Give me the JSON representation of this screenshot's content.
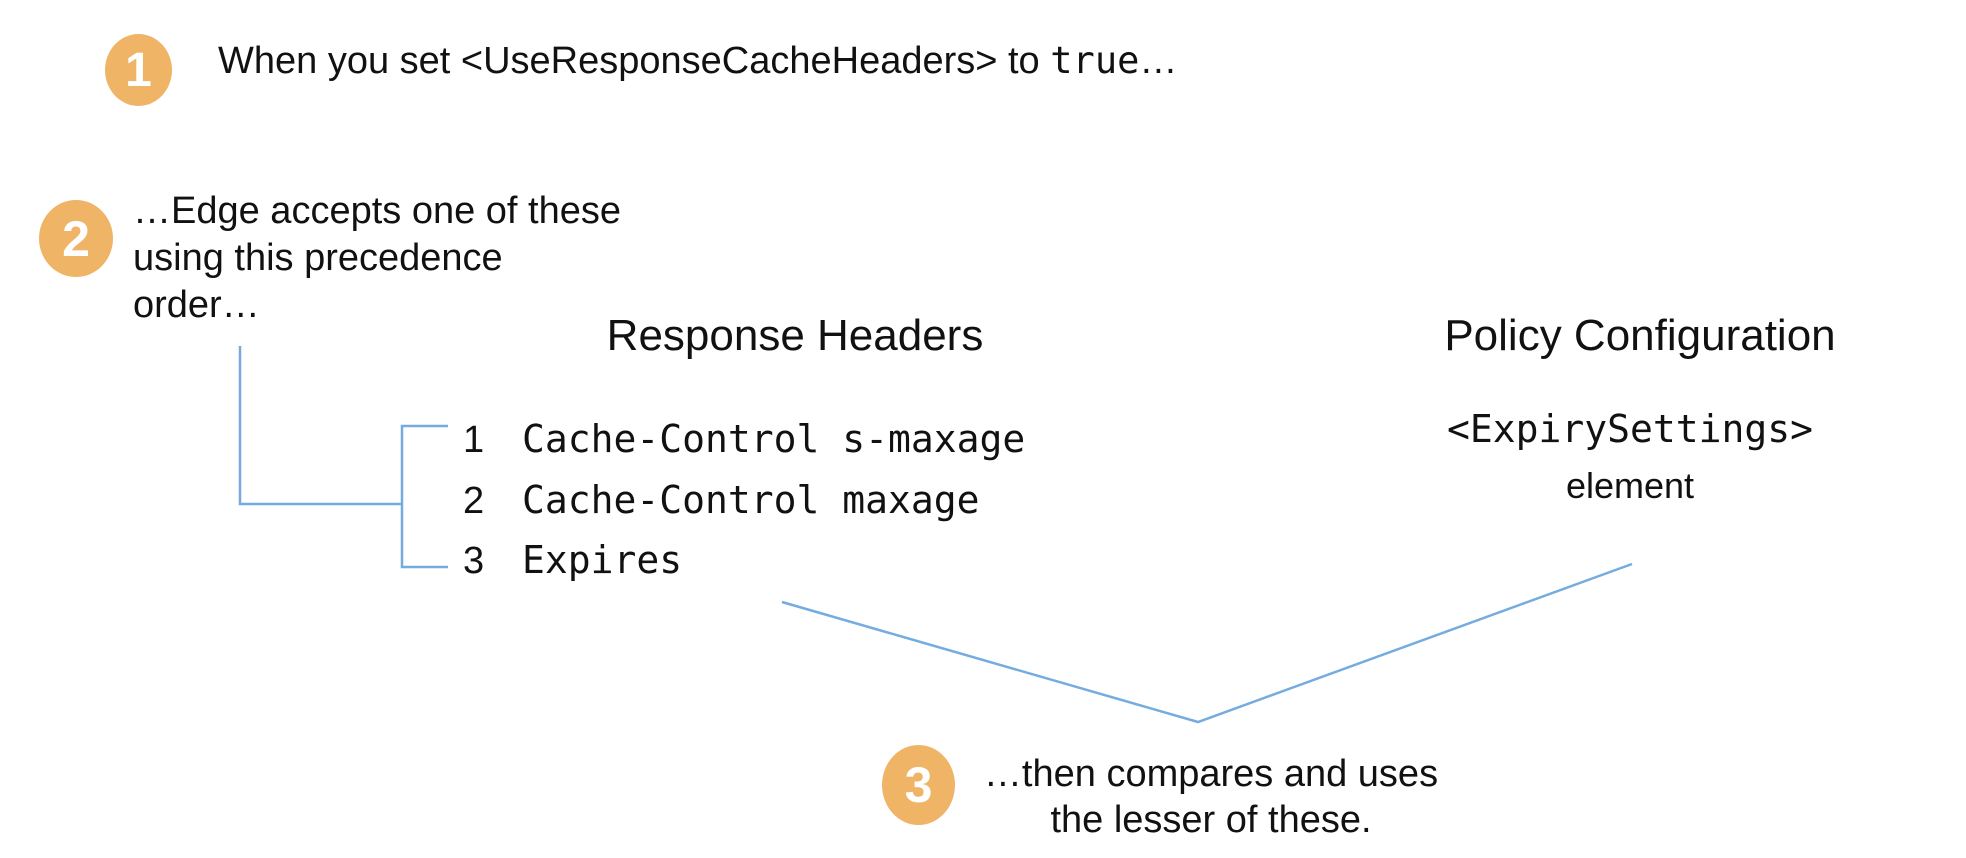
{
  "colors": {
    "badge_orange": "#EFB466",
    "connector_blue": "#74ACDF",
    "text": "#111111",
    "background": "#FFFFFF"
  },
  "steps": {
    "step1": {
      "number": "1",
      "prefix": "When you set <UseResponseCacheHeaders> to ",
      "code": "true",
      "suffix": "…"
    },
    "step2": {
      "number": "2",
      "lines": [
        "…Edge accepts one of these",
        "using this precedence",
        "order…"
      ]
    },
    "step3": {
      "number": "3",
      "lines": [
        "…then compares and uses",
        "the lesser of these."
      ]
    }
  },
  "response_headers": {
    "title": "Response Headers",
    "items": [
      {
        "rank": "1",
        "header": "Cache-Control s-maxage"
      },
      {
        "rank": "2",
        "header": "Cache-Control maxage"
      },
      {
        "rank": "3",
        "header": "Expires"
      }
    ]
  },
  "policy_configuration": {
    "title": "Policy Configuration",
    "code": "<ExpirySettings>",
    "label": "element"
  }
}
